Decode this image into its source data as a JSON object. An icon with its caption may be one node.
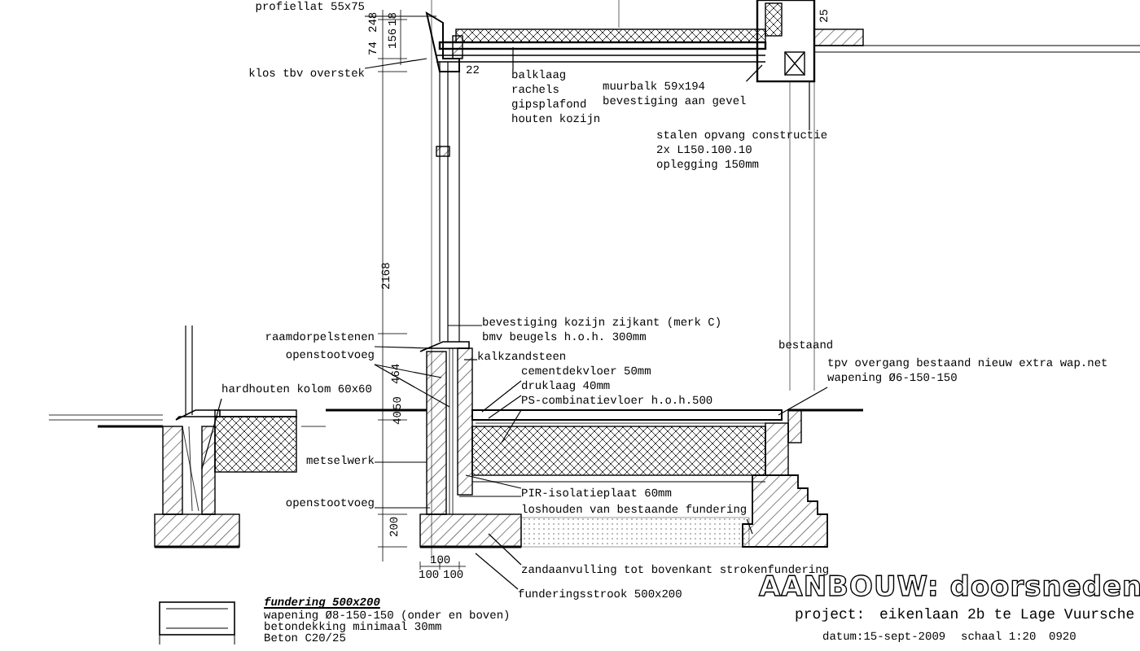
{
  "diagram": {
    "title": "AANBOUW: doorsneden",
    "nodes": [
      {
        "text": [
          "profiellat 55x75"
        ]
      },
      {
        "text": [
          "klos tbv overstek"
        ]
      },
      {
        "text": [
          "balklaag",
          "rachels",
          "gipsplafond",
          "houten kozijn"
        ]
      },
      {
        "text": [
          "muurbalk 59x194",
          "bevestiging aan gevel"
        ]
      },
      {
        "text": [
          "stalen opvang constructie",
          "2x L150.100.10",
          "oplegging 150mm"
        ]
      },
      {
        "text": [
          "bevestiging kozijn zijkant (merk C)",
          "bmv beugels h.o.h. 300mm"
        ]
      },
      {
        "text": [
          "raamdorpelstenen"
        ]
      },
      {
        "text": [
          "openstootvoeg"
        ]
      },
      {
        "text": [
          "kalkzandsteen"
        ]
      },
      {
        "text": [
          "hardhouten kolom 60x60"
        ]
      },
      {
        "text": [
          "cementdekvloer 50mm"
        ]
      },
      {
        "text": [
          "druklaag 40mm"
        ]
      },
      {
        "text": [
          "PS-combinatievloer h.o.h.500"
        ]
      },
      {
        "text": [
          "metselwerk"
        ]
      },
      {
        "text": [
          "openstootvoeg"
        ]
      },
      {
        "text": [
          "PIR-isolatieplaat 60mm"
        ]
      },
      {
        "text": [
          "loshouden van bestaande fundering"
        ]
      },
      {
        "text": [
          "zandaanvulling tot bovenkant strokenfundering"
        ]
      },
      {
        "text": [
          "funderingsstrook 500x200"
        ]
      },
      {
        "text": [
          "tpv overgang bestaand nieuw extra wap.net",
          "wapening Ø6-150-150"
        ]
      }
    ],
    "edges": [
      {
        "from": 0,
        "to": null,
        "arrow": "none"
      },
      {
        "from": 1,
        "to": null,
        "arrow": "none"
      },
      {
        "from": 2,
        "to": null,
        "arrow": "none"
      },
      {
        "from": 3,
        "to": null,
        "arrow": "none"
      },
      {
        "from": 4,
        "to": null,
        "arrow": "none"
      },
      {
        "from": 5,
        "to": null,
        "arrow": "none"
      },
      {
        "from": 6,
        "to": null,
        "arrow": "none"
      },
      {
        "from": 7,
        "to": null,
        "arrow": "none"
      },
      {
        "from": 7,
        "to": null,
        "arrow": "none"
      },
      {
        "from": 8,
        "to": null,
        "arrow": "none"
      },
      {
        "from": 9,
        "to": null,
        "arrow": "none"
      },
      {
        "from": 10,
        "to": null,
        "arrow": "none"
      },
      {
        "from": 11,
        "to": null,
        "arrow": "none"
      },
      {
        "from": 12,
        "to": null,
        "arrow": "none"
      },
      {
        "from": 13,
        "to": null,
        "arrow": "none"
      },
      {
        "from": 14,
        "to": null,
        "arrow": "none"
      },
      {
        "from": 15,
        "to": null,
        "arrow": "none"
      },
      {
        "from": 15,
        "to": null,
        "arrow": "none"
      },
      {
        "from": 16,
        "to": null,
        "arrow": "none"
      },
      {
        "from": 17,
        "to": null,
        "arrow": "none"
      },
      {
        "from": 18,
        "to": null,
        "arrow": "none"
      },
      {
        "from": 19,
        "to": null,
        "arrow": "none"
      }
    ],
    "labels": [
      "248",
      "18",
      "74",
      "156",
      "22",
      "25",
      "2168",
      "464",
      "50",
      "40",
      "200",
      "100",
      "100",
      "100",
      "bestaand",
      "project:",
      "eikenlaan 2b te Lage Vuursche",
      "datum:15-sept-2009",
      "schaal 1:20",
      "0920",
      "fundering 500x200",
      "wapening Ø8-150-150 (onder en boven)",
      "betondekking minimaal 30mm",
      "Beton C20/25"
    ]
  }
}
